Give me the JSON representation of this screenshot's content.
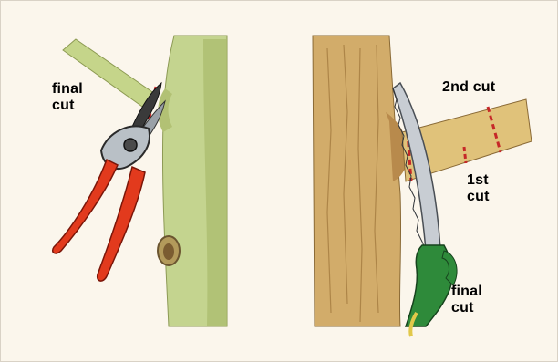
{
  "background_color": "#fbf6ec",
  "left_panel": {
    "label": "final\ncut",
    "tool": "pruning-shears-icon",
    "handle_color": "#e23a1d"
  },
  "right_panel": {
    "label_second_cut": "2nd cut",
    "label_first_cut": "1st\ncut",
    "label_final_cut": "final\ncut",
    "tool": "pruning-saw-icon",
    "saw_handle_color": "#2e8a3a",
    "cut_line_color": "#c62828"
  }
}
